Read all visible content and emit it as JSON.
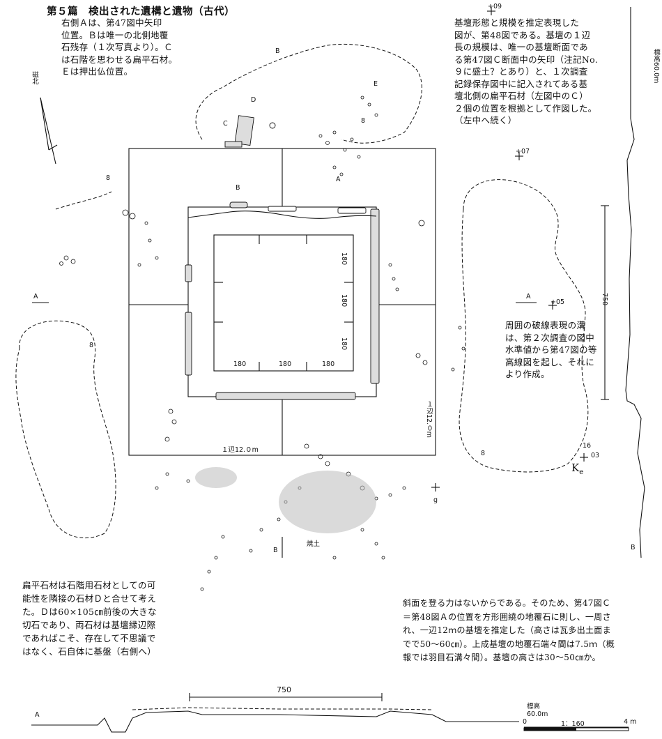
{
  "header": {
    "title": "第５篇　検出された遺構と遺物（古代）"
  },
  "notes": {
    "top_left": [
      "右側Ａは、第47図中矢印",
      "位置。Ｂは唯一の北側地覆",
      "石残存（１次写真より）。Ｃ",
      "は石階を思わせる扁平石材。",
      "Ｅは押出仏位置。"
    ],
    "top_right": [
      "基壇形態と規模を推定表現した",
      "図が、第48図である。基壇の１辺",
      "長の規模は、唯一の基壇断面であ",
      "る第47図Ｃ断面中の矢印（注記No.",
      "９に盛土？とあり）と、１次調査",
      "記録保存図中に記入されてある基",
      "壇北側の扁平石材（左図中のＣ）",
      "２個の位置を根拠として作図した。",
      "（左中へ続く）"
    ],
    "mid_right": [
      "周囲の破線表現の溝",
      "は、第２次調査の図中",
      "水準値から第47図の等",
      "高線図を起し、それに",
      "より作成。"
    ],
    "bottom_left": [
      "扁平石材は石階用石材としての可",
      "能性を隣接の石材Ｄと合せて考え",
      "た。Ｄは60×105㎝前後の大きな",
      "切石であり、両石材は基壇縁辺際",
      "であればこそ、存在して不思議で",
      "はなく、石自体に基盤（右側へ）"
    ],
    "bottom_right": [
      "斜面を登る力はないからである。そのため、第47図Ｃ",
      "＝第48図Ａの位置を方形囲繞の地覆石に則し、一周さ",
      "れ、一辺12ｍの基壇を推定した（高さは瓦多出土面ま",
      "でで50～60㎝）。上成基壇の地覆石端々間は7.5ｍ（概",
      "報では羽目石溝々間）。基壇の高さは30～50㎝か。"
    ]
  },
  "labels": {
    "north": "磁北",
    "A_top": "A",
    "B_top": "B",
    "C": "C",
    "D": "D",
    "E": "E",
    "B_mid": "B",
    "A_left": "A",
    "A_right": "A",
    "B_bottom": "B",
    "B_right": "B",
    "plus09": "+09",
    "plus07": "+07",
    "plus05": "+05",
    "plus03": "03",
    "num16": "16",
    "num8_a": "8",
    "num8_b": "8",
    "num8_c": "8",
    "num8_d": "8",
    "Ke": "K",
    "Ke_sub": "e",
    "g": "g",
    "dim180_1": "180",
    "dim180_2": "180",
    "dim180_3": "180",
    "dim180_4": "180",
    "dim180_5": "180",
    "dim180_6": "180",
    "side12_h": "１辺12.０m",
    "side12_v": "１辺12.０m",
    "dim750_v": "750",
    "dim750_h": "750",
    "kiwa": "焼土",
    "elev_top_label": "標高",
    "elev_top_val": "60.0m",
    "elev_bottom_label": "標高",
    "elev_bottom_val": "60.0m",
    "A_section": "A",
    "scale_zero": "0",
    "scale_ratio": "1：160",
    "scale_four": "4 m"
  }
}
